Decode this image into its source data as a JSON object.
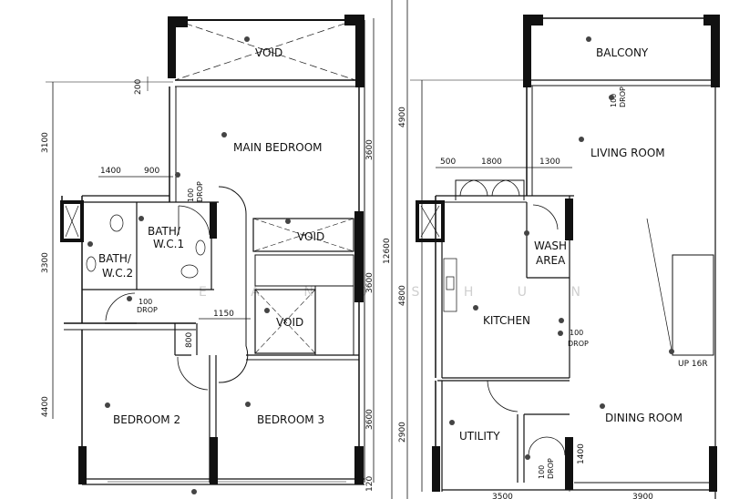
{
  "rooms": {
    "void_top": "VOID",
    "main_bedroom": "MAIN BEDROOM",
    "bath_wc1": [
      "BATH/",
      "W.C.1"
    ],
    "bath_wc2": [
      "BATH/",
      "W.C.2"
    ],
    "void_mid": "VOID",
    "void_stair": "VOID",
    "bedroom2": "BEDROOM 2",
    "bedroom3": "BEDROOM 3",
    "balcony": "BALCONY",
    "living_room": "LIVING ROOM",
    "wash_area": [
      "WASH",
      "AREA"
    ],
    "kitchen": "KITCHEN",
    "utility": "UTILITY",
    "dining_room": "DINING ROOM",
    "stair_up": "UP 16R"
  },
  "drops": {
    "bath1": [
      "100",
      "DROP"
    ],
    "bath2": [
      "100",
      "DROP"
    ],
    "balcony": [
      "100",
      "DROP"
    ],
    "kitchen": [
      "100",
      "DROP"
    ],
    "utility": [
      "100",
      "DROP"
    ]
  },
  "dimensions": {
    "d3100": "3100",
    "d3300": "3300",
    "d4400": "4400",
    "d200": "200",
    "d1400a": "1400",
    "d900": "900",
    "d1150": "1150",
    "d800": "800",
    "d3600a": "3600",
    "d3600b": "3600",
    "d3600c": "3600",
    "d12600": "12600",
    "d4900": "4900",
    "d4800": "4800",
    "d2900": "2900",
    "d500": "500",
    "d1800": "1800",
    "d1300": "1300",
    "d1400b": "1400",
    "d3500": "3500",
    "d3900": "3900",
    "d120": "120"
  },
  "watermark": "E A N D S H U N"
}
